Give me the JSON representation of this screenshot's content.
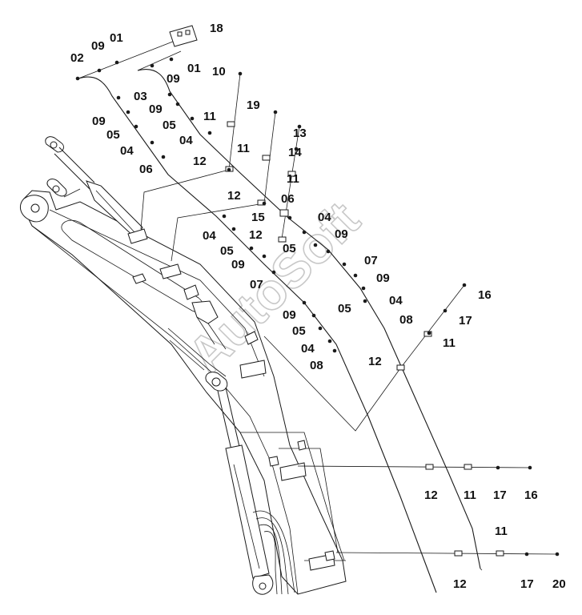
{
  "watermark": "AutoSoft",
  "labels": [
    "18",
    "01",
    "09",
    "02",
    "01",
    "09",
    "10",
    "03",
    "09",
    "05",
    "11",
    "19",
    "09",
    "05",
    "04",
    "13",
    "04",
    "11",
    "14",
    "06",
    "12",
    "11",
    "12",
    "06",
    "15",
    "04",
    "04",
    "12",
    "05",
    "09",
    "05",
    "07",
    "09",
    "07",
    "09",
    "05",
    "04",
    "16",
    "09",
    "08",
    "05",
    "17",
    "04",
    "11",
    "08",
    "12",
    "12",
    "11",
    "17",
    "16",
    "11",
    "12",
    "17",
    "20"
  ]
}
